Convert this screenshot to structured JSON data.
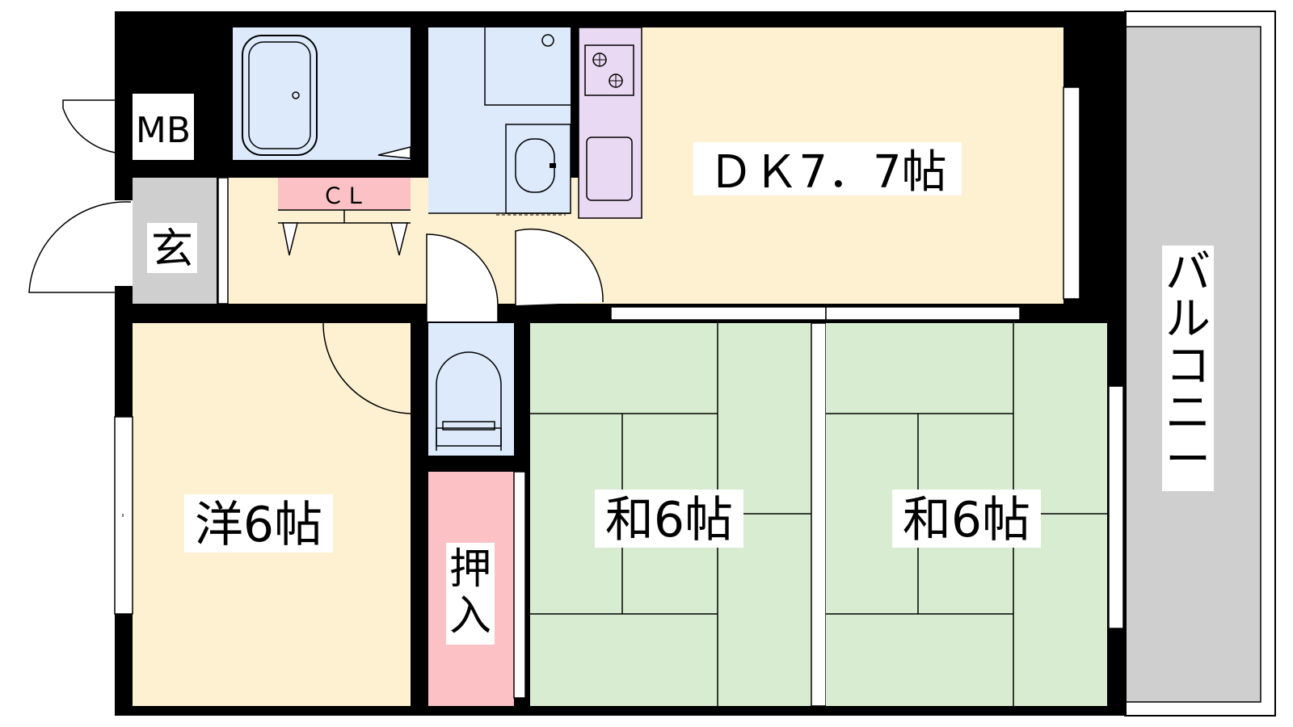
{
  "labels": {
    "mb": "MB",
    "genkan": "玄",
    "closet": "ＣＬ",
    "dk": "ＤＫ7．7帖",
    "yoshitsu": "洋6帖",
    "oshiire": "押入",
    "washitsu_1": "和6帖",
    "washitsu_2": "和6帖",
    "balcony": "バルコニー"
  },
  "colors": {
    "wall": "#000000",
    "dk_floor": "#fdf1d2",
    "western_floor": "#fdf1d2",
    "wet_area": "#dceafb",
    "kitchen_counter": "#ead9f2",
    "closet": "#fcc1c4",
    "tatami": "#d8ecd1",
    "genkan": "#cfcfcf",
    "balcony": "#cfcfcf"
  }
}
